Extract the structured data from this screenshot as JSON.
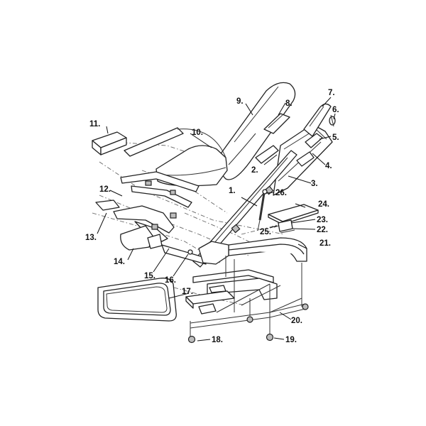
{
  "callouts": [
    "1.",
    "2.",
    "3.",
    "4.",
    "5.",
    "6.",
    "7.",
    "8.",
    "9.",
    "10.",
    "11.",
    "12.",
    "13.",
    "14.",
    "15.",
    "16.",
    "17.",
    "18.",
    "19.",
    "20.",
    "21.",
    "22.",
    "23.",
    "24.",
    "25.",
    "26."
  ]
}
